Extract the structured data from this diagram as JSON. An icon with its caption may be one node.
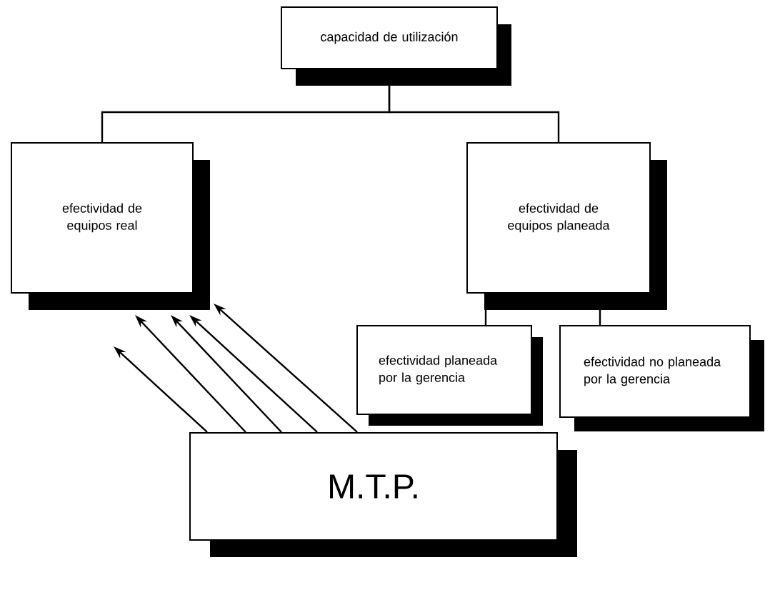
{
  "diagram": {
    "nodes": [
      {
        "text": [
          "capacidad de utilización"
        ]
      },
      {
        "text": [
          "efectividad de equipos real"
        ]
      },
      {
        "text": [
          "efectividad de equipos planeada"
        ]
      },
      {
        "text": [
          "efectividad planeada por la gerencia"
        ]
      },
      {
        "text": [
          "efectividad no planeada por la gerencia"
        ]
      },
      {
        "text": [
          "M.T.P."
        ]
      }
    ],
    "edges": [
      {
        "from": 0,
        "to": 1,
        "arrow": "none"
      },
      {
        "from": 0,
        "to": 2,
        "arrow": "none"
      },
      {
        "from": 2,
        "to": 3,
        "arrow": "none"
      },
      {
        "from": 2,
        "to": 4,
        "arrow": "none"
      },
      {
        "from": 5,
        "to": 1,
        "arrow": "to"
      },
      {
        "from": 5,
        "to": 1,
        "arrow": "to"
      },
      {
        "from": 5,
        "to": 1,
        "arrow": "to"
      },
      {
        "from": 5,
        "to": 1,
        "arrow": "to"
      },
      {
        "from": 5,
        "to": 1,
        "arrow": "to"
      }
    ]
  }
}
